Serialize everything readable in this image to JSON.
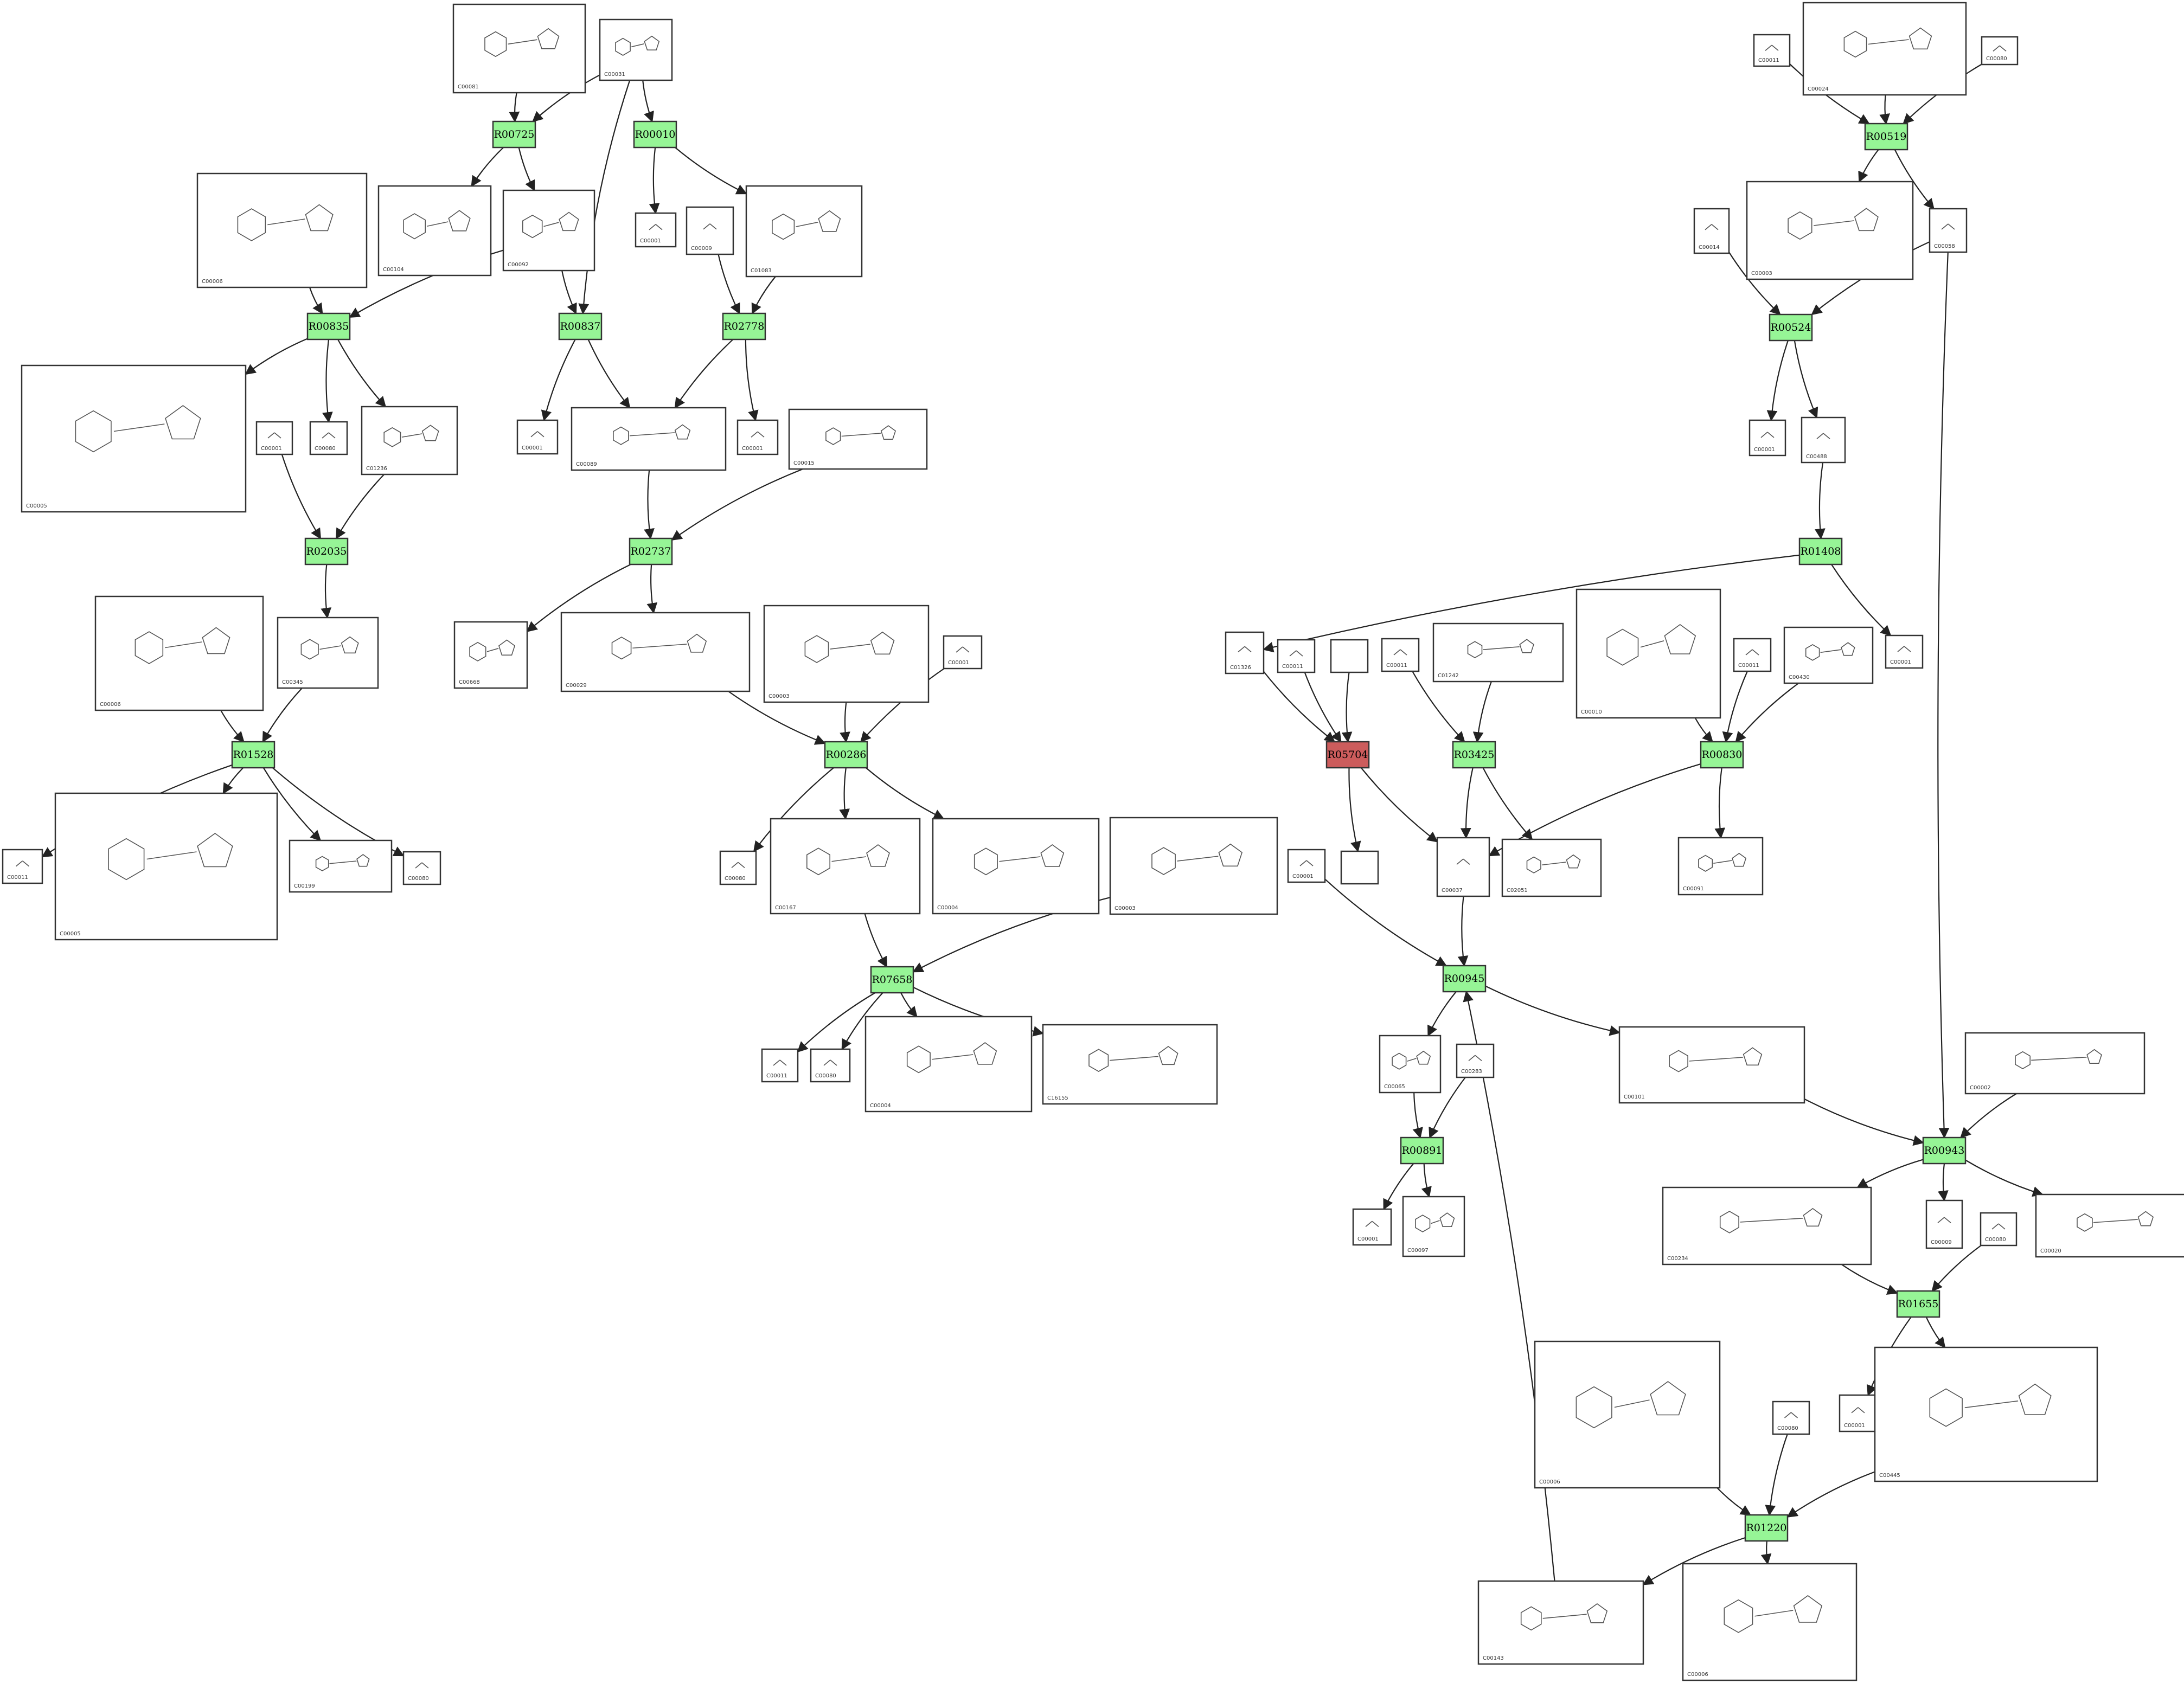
{
  "colors": {
    "reaction": "#96f596",
    "reaction_highlight": "#cc5c5c",
    "stroke": "#333333",
    "background": "#ffffff"
  },
  "reactions": [
    {
      "id": "R00725",
      "label": "R00725"
    },
    {
      "id": "R00010",
      "label": "R00010"
    },
    {
      "id": "R00519",
      "label": "R00519"
    },
    {
      "id": "R00835",
      "label": "R00835"
    },
    {
      "id": "R00837",
      "label": "R00837"
    },
    {
      "id": "R02778",
      "label": "R02778"
    },
    {
      "id": "R00524",
      "label": "R00524"
    },
    {
      "id": "R02035",
      "label": "R02035"
    },
    {
      "id": "R02737",
      "label": "R02737"
    },
    {
      "id": "R01408",
      "label": "R01408"
    },
    {
      "id": "R01528",
      "label": "R01528"
    },
    {
      "id": "R00286",
      "label": "R00286"
    },
    {
      "id": "R05704",
      "label": "R05704",
      "highlight": true
    },
    {
      "id": "R03425",
      "label": "R03425"
    },
    {
      "id": "R00830",
      "label": "R00830"
    },
    {
      "id": "R07658",
      "label": "R07658"
    },
    {
      "id": "R00945",
      "label": "R00945"
    },
    {
      "id": "R00891",
      "label": "R00891"
    },
    {
      "id": "R00943",
      "label": "R00943"
    },
    {
      "id": "R01655",
      "label": "R01655"
    },
    {
      "id": "R01220",
      "label": "R01220"
    }
  ],
  "compounds": [
    {
      "id": "c00081",
      "code": "C00081"
    },
    {
      "id": "c00031a",
      "code": "C00031"
    },
    {
      "id": "c00011a",
      "code": "C00011"
    },
    {
      "id": "c00024",
      "code": "C00024"
    },
    {
      "id": "c00080a",
      "code": "C00080"
    },
    {
      "id": "c00006a",
      "code": "C00006"
    },
    {
      "id": "c00104",
      "code": "C00104"
    },
    {
      "id": "c00092",
      "code": "C00092"
    },
    {
      "id": "c00001a",
      "code": "C00001"
    },
    {
      "id": "c00009a",
      "code": "C00009"
    },
    {
      "id": "c01083",
      "code": "C01083"
    },
    {
      "id": "c00003a",
      "code": "C00003"
    },
    {
      "id": "c00014",
      "code": "C00014"
    },
    {
      "id": "c00058",
      "code": "C00058"
    },
    {
      "id": "c00005a",
      "code": "C00005"
    },
    {
      "id": "c00001b",
      "code": "C00001"
    },
    {
      "id": "c00080b",
      "code": "C00080"
    },
    {
      "id": "c01236",
      "code": "C01236"
    },
    {
      "id": "c00001c",
      "code": "C00001"
    },
    {
      "id": "c00089",
      "code": "C00089"
    },
    {
      "id": "c00001d",
      "code": "C00001"
    },
    {
      "id": "c00015",
      "code": "C00015"
    },
    {
      "id": "c00001e",
      "code": "C00001"
    },
    {
      "id": "c00488",
      "code": "C00488"
    },
    {
      "id": "c00006b",
      "code": "C00006"
    },
    {
      "id": "c00345",
      "code": "C00345"
    },
    {
      "id": "c00668",
      "code": "C00668"
    },
    {
      "id": "c00029",
      "code": "C00029"
    },
    {
      "id": "c00003b",
      "code": "C00003"
    },
    {
      "id": "c00001f",
      "code": "C00001"
    },
    {
      "id": "c01326",
      "code": "C01326"
    },
    {
      "id": "c00011b",
      "code": "C00011"
    },
    {
      "id": "blank1",
      "code": ""
    },
    {
      "id": "c00011c",
      "code": "C00011"
    },
    {
      "id": "c01242",
      "code": "C01242"
    },
    {
      "id": "c00010",
      "code": "C00010"
    },
    {
      "id": "c00011d",
      "code": "C00011"
    },
    {
      "id": "c00430",
      "code": "C00430"
    },
    {
      "id": "c00001g",
      "code": "C00001"
    },
    {
      "id": "c00011e",
      "code": "C00011"
    },
    {
      "id": "c00005b",
      "code": "C00005"
    },
    {
      "id": "c00199",
      "code": "C00199"
    },
    {
      "id": "c00080c",
      "code": "C00080"
    },
    {
      "id": "c00080d",
      "code": "C00080"
    },
    {
      "id": "c00167",
      "code": "C00167"
    },
    {
      "id": "c00004a",
      "code": "C00004"
    },
    {
      "id": "c00003c",
      "code": "C00003"
    },
    {
      "id": "c00001h",
      "code": "C00001"
    },
    {
      "id": "blank2",
      "code": ""
    },
    {
      "id": "c00037",
      "code": "C00037"
    },
    {
      "id": "c02051",
      "code": "C02051"
    },
    {
      "id": "c00091",
      "code": "C00091"
    },
    {
      "id": "c00011f",
      "code": "C00011"
    },
    {
      "id": "c00080e",
      "code": "C00080"
    },
    {
      "id": "c00004b",
      "code": "C00004"
    },
    {
      "id": "c16155",
      "code": "C16155"
    },
    {
      "id": "c00065",
      "code": "C00065"
    },
    {
      "id": "c00283",
      "code": "C00283"
    },
    {
      "id": "c00101",
      "code": "C00101"
    },
    {
      "id": "c00002",
      "code": "C00002"
    },
    {
      "id": "c00001i",
      "code": "C00001"
    },
    {
      "id": "c00097",
      "code": "C00097"
    },
    {
      "id": "c00234",
      "code": "C00234"
    },
    {
      "id": "c00009b",
      "code": "C00009"
    },
    {
      "id": "c00080f",
      "code": "C00080"
    },
    {
      "id": "c00020",
      "code": "C00020"
    },
    {
      "id": "c00006c",
      "code": "C00006"
    },
    {
      "id": "c00001j",
      "code": "C00001"
    },
    {
      "id": "c00445",
      "code": "C00445"
    },
    {
      "id": "c00080g",
      "code": "C00080"
    },
    {
      "id": "c00143",
      "code": "C00143"
    },
    {
      "id": "c00006d",
      "code": "C00006"
    }
  ],
  "edges": [
    {
      "from": "c00081",
      "to": "R00725"
    },
    {
      "from": "c00031a",
      "to": "R00725"
    },
    {
      "from": "R00725",
      "to": "c00104"
    },
    {
      "from": "R00725",
      "to": "c00092"
    },
    {
      "from": "c00031a",
      "to": "R00010"
    },
    {
      "from": "R00010",
      "to": "c00001a"
    },
    {
      "from": "R00010",
      "to": "c01083"
    },
    {
      "from": "c00031a",
      "to": "R00837"
    },
    {
      "from": "c00092",
      "to": "R00837"
    },
    {
      "from": "c00092",
      "to": "R00835"
    },
    {
      "from": "c00006a",
      "to": "R00835"
    },
    {
      "from": "R00835",
      "to": "c00005a"
    },
    {
      "from": "R00835",
      "to": "c00080b"
    },
    {
      "from": "R00835",
      "to": "c01236"
    },
    {
      "from": "R00837",
      "to": "c00001c"
    },
    {
      "from": "R00837",
      "to": "c00089"
    },
    {
      "from": "c00009a",
      "to": "R02778"
    },
    {
      "from": "c01083",
      "to": "R02778"
    },
    {
      "from": "R02778",
      "to": "c00089"
    },
    {
      "from": "R02778",
      "to": "c00001d"
    },
    {
      "from": "c00001b",
      "to": "R02035"
    },
    {
      "from": "c01236",
      "to": "R02035"
    },
    {
      "from": "R02035",
      "to": "c00345"
    },
    {
      "from": "c00089",
      "to": "R02737"
    },
    {
      "from": "c00015",
      "to": "R02737"
    },
    {
      "from": "R02737",
      "to": "c00668"
    },
    {
      "from": "R02737",
      "to": "c00029"
    },
    {
      "from": "c00006b",
      "to": "R01528"
    },
    {
      "from": "c00345",
      "to": "R01528"
    },
    {
      "from": "R01528",
      "to": "c00011e"
    },
    {
      "from": "R01528",
      "to": "c00005b"
    },
    {
      "from": "R01528",
      "to": "c00199"
    },
    {
      "from": "R01528",
      "to": "c00080c"
    },
    {
      "from": "c00029",
      "to": "R00286"
    },
    {
      "from": "c00003b",
      "to": "R00286"
    },
    {
      "from": "c00001f",
      "to": "R00286"
    },
    {
      "from": "R00286",
      "to": "c00080d"
    },
    {
      "from": "R00286",
      "to": "c00167"
    },
    {
      "from": "R00286",
      "to": "c00004a"
    },
    {
      "from": "c00167",
      "to": "R07658"
    },
    {
      "from": "c00003c",
      "to": "R07658"
    },
    {
      "from": "R07658",
      "to": "c00011f"
    },
    {
      "from": "R07658",
      "to": "c00080e"
    },
    {
      "from": "R07658",
      "to": "c00004b"
    },
    {
      "from": "R07658",
      "to": "c16155"
    },
    {
      "from": "c00011a",
      "to": "R00519"
    },
    {
      "from": "c00024",
      "to": "R00519"
    },
    {
      "from": "c00080a",
      "to": "R00519"
    },
    {
      "from": "R00519",
      "to": "c00003a"
    },
    {
      "from": "R00519",
      "to": "c00058"
    },
    {
      "from": "c00014",
      "to": "R00524"
    },
    {
      "from": "c00058",
      "to": "R00524"
    },
    {
      "from": "R00524",
      "to": "c00001e"
    },
    {
      "from": "R00524",
      "to": "c00488"
    },
    {
      "from": "c00488",
      "to": "R01408"
    },
    {
      "from": "R01408",
      "to": "c01326"
    },
    {
      "from": "R01408",
      "to": "c00001g"
    },
    {
      "from": "c01326",
      "to": "R05704"
    },
    {
      "from": "c00011b",
      "to": "R05704"
    },
    {
      "from": "blank1",
      "to": "R05704"
    },
    {
      "from": "R05704",
      "to": "blank2"
    },
    {
      "from": "R05704",
      "to": "c00037"
    },
    {
      "from": "c00011c",
      "to": "R03425"
    },
    {
      "from": "c01242",
      "to": "R03425"
    },
    {
      "from": "R03425",
      "to": "c00037"
    },
    {
      "from": "R03425",
      "to": "c02051"
    },
    {
      "from": "c00010",
      "to": "R00830"
    },
    {
      "from": "c00011d",
      "to": "R00830"
    },
    {
      "from": "c00430",
      "to": "R00830"
    },
    {
      "from": "R00830",
      "to": "c00037"
    },
    {
      "from": "R00830",
      "to": "c00091"
    },
    {
      "from": "c00037",
      "to": "R00945"
    },
    {
      "from": "c00001h",
      "to": "R00945"
    },
    {
      "from": "c00143",
      "to": "R00945"
    },
    {
      "from": "R00945",
      "to": "c00065"
    },
    {
      "from": "R00945",
      "to": "c00101"
    },
    {
      "from": "c00065",
      "to": "R00891"
    },
    {
      "from": "c00283",
      "to": "R00891"
    },
    {
      "from": "R00891",
      "to": "c00001i"
    },
    {
      "from": "R00891",
      "to": "c00097"
    },
    {
      "from": "c00058",
      "to": "R00943"
    },
    {
      "from": "c00101",
      "to": "R00943"
    },
    {
      "from": "c00002",
      "to": "R00943"
    },
    {
      "from": "R00943",
      "to": "c00234"
    },
    {
      "from": "R00943",
      "to": "c00009b"
    },
    {
      "from": "R00943",
      "to": "c00020"
    },
    {
      "from": "c00234",
      "to": "R01655"
    },
    {
      "from": "c00080f",
      "to": "R01655"
    },
    {
      "from": "R01655",
      "to": "c00001j"
    },
    {
      "from": "R01655",
      "to": "c00445"
    },
    {
      "from": "c00006c",
      "to": "R01220"
    },
    {
      "from": "c00080g",
      "to": "R01220"
    },
    {
      "from": "c00445",
      "to": "R01220"
    },
    {
      "from": "R01220",
      "to": "c00143"
    },
    {
      "from": "R01220",
      "to": "c00006d"
    }
  ]
}
